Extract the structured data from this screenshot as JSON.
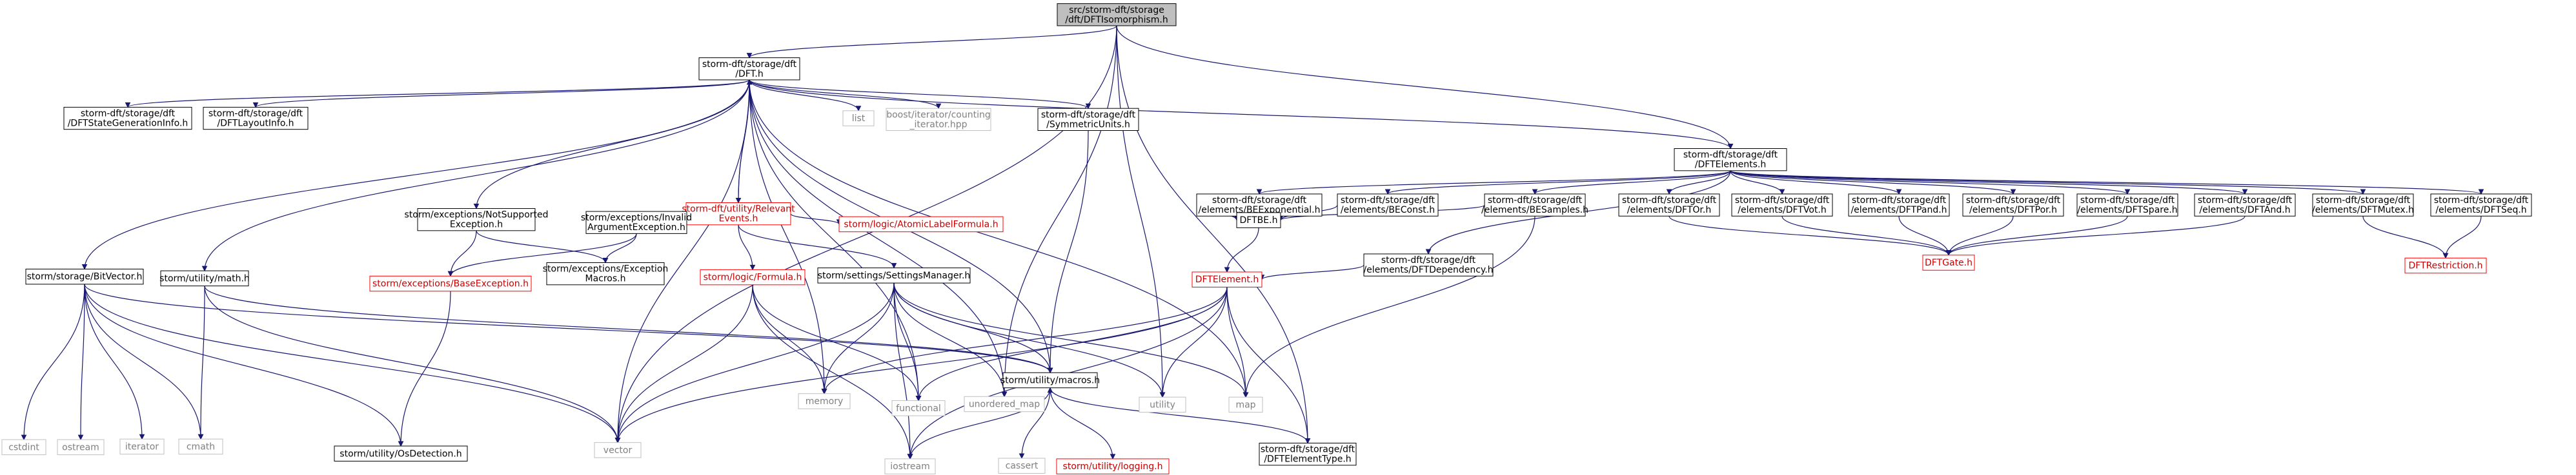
{
  "diagram": {
    "nodes": [
      {
        "id": "root",
        "lines": [
          "src/storm-dft/storage",
          "/dft/DFTIsomorphism.h"
        ],
        "style": "root"
      },
      {
        "id": "dft",
        "lines": [
          "storm-dft/storage/dft",
          "/DFT.h"
        ],
        "style": "normal"
      },
      {
        "id": "utility",
        "lines": [
          "utility"
        ],
        "style": "external"
      },
      {
        "id": "umap",
        "lines": [
          "unordered_map"
        ],
        "style": "external"
      },
      {
        "id": "dftelems",
        "lines": [
          "storm-dft/storage/dft",
          "/DFTElements.h"
        ],
        "style": "normal"
      },
      {
        "id": "dftelemtype",
        "lines": [
          "storm-dft/storage/dft",
          "/DFTElementType.h"
        ],
        "style": "normal"
      },
      {
        "id": "vector",
        "lines": [
          "vector"
        ],
        "style": "external"
      },
      {
        "id": "bitvector",
        "lines": [
          "storm/storage/BitVector.h"
        ],
        "style": "normal"
      },
      {
        "id": "stategen",
        "lines": [
          "storm-dft/storage/dft",
          "/DFTStateGenerationInfo.h"
        ],
        "style": "normal"
      },
      {
        "id": "layoutinfo",
        "lines": [
          "storm-dft/storage/dft",
          "/DFTLayoutInfo.h"
        ],
        "style": "normal"
      },
      {
        "id": "mathh",
        "lines": [
          "storm/utility/math.h"
        ],
        "style": "normal"
      },
      {
        "id": "notsupp",
        "lines": [
          "storm/exceptions/NotSupported",
          "Exception.h"
        ],
        "style": "normal"
      },
      {
        "id": "relevant",
        "lines": [
          "storm-dft/utility/Relevant",
          "Events.h"
        ],
        "style": "truncated"
      },
      {
        "id": "list",
        "lines": [
          "list"
        ],
        "style": "external"
      },
      {
        "id": "boostiter",
        "lines": [
          "boost/iterator/counting",
          "_iterator.hpp"
        ],
        "style": "external"
      },
      {
        "id": "symunits",
        "lines": [
          "storm-dft/storage/dft",
          "/SymmetricUnits.h"
        ],
        "style": "normal"
      },
      {
        "id": "macros",
        "lines": [
          "storm/utility/macros.h"
        ],
        "style": "normal"
      },
      {
        "id": "memory",
        "lines": [
          "memory"
        ],
        "style": "external"
      },
      {
        "id": "map",
        "lines": [
          "map"
        ],
        "style": "external"
      },
      {
        "id": "cstdint",
        "lines": [
          "cstdint"
        ],
        "style": "external"
      },
      {
        "id": "ostream",
        "lines": [
          "ostream"
        ],
        "style": "external"
      },
      {
        "id": "iterator",
        "lines": [
          "iterator"
        ],
        "style": "external"
      },
      {
        "id": "cmath",
        "lines": [
          "cmath"
        ],
        "style": "external"
      },
      {
        "id": "osdet",
        "lines": [
          "storm/utility/OsDetection.h"
        ],
        "style": "normal"
      },
      {
        "id": "baseexc",
        "lines": [
          "storm/exceptions/BaseException.h"
        ],
        "style": "truncated"
      },
      {
        "id": "excmacros",
        "lines": [
          "storm/exceptions/Exception",
          "Macros.h"
        ],
        "style": "normal"
      },
      {
        "id": "invarg",
        "lines": [
          "storm/exceptions/Invalid",
          "ArgumentException.h"
        ],
        "style": "normal"
      },
      {
        "id": "formula",
        "lines": [
          "storm/logic/Formula.h"
        ],
        "style": "truncated"
      },
      {
        "id": "settings",
        "lines": [
          "storm/settings/SettingsManager.h"
        ],
        "style": "normal"
      },
      {
        "id": "atomiclabel",
        "lines": [
          "storm/logic/AtomicLabelFormula.h"
        ],
        "style": "truncated"
      },
      {
        "id": "iostream",
        "lines": [
          "iostream"
        ],
        "style": "external"
      },
      {
        "id": "functional",
        "lines": [
          "functional"
        ],
        "style": "external"
      },
      {
        "id": "cassert",
        "lines": [
          "cassert"
        ],
        "style": "external"
      },
      {
        "id": "logging",
        "lines": [
          "storm/utility/logging.h"
        ],
        "style": "truncated"
      },
      {
        "id": "beexp",
        "lines": [
          "storm-dft/storage/dft",
          "/elements/BEExponential.h"
        ],
        "style": "normal"
      },
      {
        "id": "beconst",
        "lines": [
          "storm-dft/storage/dft",
          "/elements/BEConst.h"
        ],
        "style": "normal"
      },
      {
        "id": "besamples",
        "lines": [
          "storm-dft/storage/dft",
          "/elements/BESamples.h"
        ],
        "style": "normal"
      },
      {
        "id": "dftdep",
        "lines": [
          "storm-dft/storage/dft",
          "/elements/DFTDependency.h"
        ],
        "style": "normal"
      },
      {
        "id": "dftor",
        "lines": [
          "storm-dft/storage/dft",
          "/elements/DFTOr.h"
        ],
        "style": "normal"
      },
      {
        "id": "dftvot",
        "lines": [
          "storm-dft/storage/dft",
          "/elements/DFTVot.h"
        ],
        "style": "normal"
      },
      {
        "id": "dftpand",
        "lines": [
          "storm-dft/storage/dft",
          "/elements/DFTPand.h"
        ],
        "style": "normal"
      },
      {
        "id": "dftpor",
        "lines": [
          "storm-dft/storage/dft",
          "/elements/DFTPor.h"
        ],
        "style": "normal"
      },
      {
        "id": "dftspare",
        "lines": [
          "storm-dft/storage/dft",
          "/elements/DFTSpare.h"
        ],
        "style": "normal"
      },
      {
        "id": "dftand",
        "lines": [
          "storm-dft/storage/dft",
          "/elements/DFTAnd.h"
        ],
        "style": "normal"
      },
      {
        "id": "dftmutex",
        "lines": [
          "storm-dft/storage/dft",
          "/elements/DFTMutex.h"
        ],
        "style": "normal"
      },
      {
        "id": "dftseq",
        "lines": [
          "storm-dft/storage/dft",
          "/elements/DFTSeq.h"
        ],
        "style": "normal"
      },
      {
        "id": "dftbe",
        "lines": [
          "DFTBE.h"
        ],
        "style": "normal"
      },
      {
        "id": "dftgate",
        "lines": [
          "DFTGate.h"
        ],
        "style": "truncated"
      },
      {
        "id": "dftrestr",
        "lines": [
          "DFTRestriction.h"
        ],
        "style": "truncated"
      },
      {
        "id": "dftelem",
        "lines": [
          "DFTElement.h"
        ],
        "style": "truncated"
      }
    ],
    "edges": [
      [
        "root",
        "dft"
      ],
      [
        "root",
        "utility"
      ],
      [
        "root",
        "umap"
      ],
      [
        "root",
        "dftelems"
      ],
      [
        "root",
        "dftelemtype"
      ],
      [
        "root",
        "vector"
      ],
      [
        "dft",
        "bitvector"
      ],
      [
        "dft",
        "stategen"
      ],
      [
        "dft",
        "layoutinfo"
      ],
      [
        "dft",
        "mathh"
      ],
      [
        "dft",
        "notsupp"
      ],
      [
        "dft",
        "relevant"
      ],
      [
        "dft",
        "list"
      ],
      [
        "dft",
        "boostiter"
      ],
      [
        "dft",
        "symunits"
      ],
      [
        "dft",
        "dftelems"
      ],
      [
        "dft",
        "macros"
      ],
      [
        "dft",
        "umap"
      ],
      [
        "dft",
        "memory"
      ],
      [
        "dft",
        "map"
      ],
      [
        "dft",
        "vector"
      ],
      [
        "dft",
        "functional"
      ],
      [
        "relevant",
        "dft"
      ],
      [
        "relevant",
        "invarg"
      ],
      [
        "relevant",
        "formula"
      ],
      [
        "relevant",
        "settings"
      ],
      [
        "relevant",
        "atomiclabel"
      ],
      [
        "bitvector",
        "cstdint"
      ],
      [
        "bitvector",
        "ostream"
      ],
      [
        "bitvector",
        "iterator"
      ],
      [
        "bitvector",
        "cmath"
      ],
      [
        "bitvector",
        "vector"
      ],
      [
        "bitvector",
        "osdet"
      ],
      [
        "bitvector",
        "macros"
      ],
      [
        "mathh",
        "cmath"
      ],
      [
        "mathh",
        "macros"
      ],
      [
        "mathh",
        "vector"
      ],
      [
        "notsupp",
        "baseexc"
      ],
      [
        "notsupp",
        "excmacros"
      ],
      [
        "invarg",
        "baseexc"
      ],
      [
        "invarg",
        "excmacros"
      ],
      [
        "baseexc",
        "osdet"
      ],
      [
        "formula",
        "memory"
      ],
      [
        "formula",
        "vector"
      ],
      [
        "formula",
        "iostream"
      ],
      [
        "formula",
        "functional"
      ],
      [
        "settings",
        "memory"
      ],
      [
        "settings",
        "vector"
      ],
      [
        "settings",
        "iostream"
      ],
      [
        "settings",
        "functional"
      ],
      [
        "settings",
        "umap"
      ],
      [
        "settings",
        "utility"
      ],
      [
        "settings",
        "map"
      ],
      [
        "settings",
        "macros"
      ],
      [
        "symunits",
        "macros"
      ],
      [
        "macros",
        "iostream"
      ],
      [
        "macros",
        "cassert"
      ],
      [
        "macros",
        "logging"
      ],
      [
        "dftelems",
        "beexp"
      ],
      [
        "dftelems",
        "beconst"
      ],
      [
        "dftelems",
        "besamples"
      ],
      [
        "dftelems",
        "dftdep"
      ],
      [
        "dftelems",
        "dftor"
      ],
      [
        "dftelems",
        "dftvot"
      ],
      [
        "dftelems",
        "dftpand"
      ],
      [
        "dftelems",
        "dftpor"
      ],
      [
        "dftelems",
        "dftspare"
      ],
      [
        "dftelems",
        "dftand"
      ],
      [
        "dftelems",
        "dftmutex"
      ],
      [
        "dftelems",
        "dftseq"
      ],
      [
        "beexp",
        "dftbe"
      ],
      [
        "beconst",
        "dftbe"
      ],
      [
        "besamples",
        "dftbe"
      ],
      [
        "besamples",
        "map"
      ],
      [
        "dftdep",
        "dftelem"
      ],
      [
        "dftbe",
        "dftelem"
      ],
      [
        "dftor",
        "dftgate"
      ],
      [
        "dftvot",
        "dftgate"
      ],
      [
        "dftpand",
        "dftgate"
      ],
      [
        "dftpor",
        "dftgate"
      ],
      [
        "dftspare",
        "dftgate"
      ],
      [
        "dftand",
        "dftgate"
      ],
      [
        "dftmutex",
        "dftrestr"
      ],
      [
        "dftseq",
        "dftrestr"
      ],
      [
        "dftelem",
        "dftelemtype"
      ],
      [
        "dftelem",
        "vector"
      ],
      [
        "dftelem",
        "memory"
      ],
      [
        "dftelem",
        "map"
      ],
      [
        "dftelem",
        "functional"
      ],
      [
        "dftelem",
        "iostream"
      ],
      [
        "dftelem",
        "utility"
      ],
      [
        "dftelemtype",
        "macros"
      ]
    ]
  },
  "colors": {
    "edge": "#191970",
    "root_fill": "#bfbfbf",
    "node_border": "#000000",
    "external_border": "#bfbfbf",
    "external_text": "#808080",
    "truncated_border": "#ff0000",
    "truncated_text": "#cc0000",
    "text": "#000000",
    "background": "#ffffff"
  }
}
